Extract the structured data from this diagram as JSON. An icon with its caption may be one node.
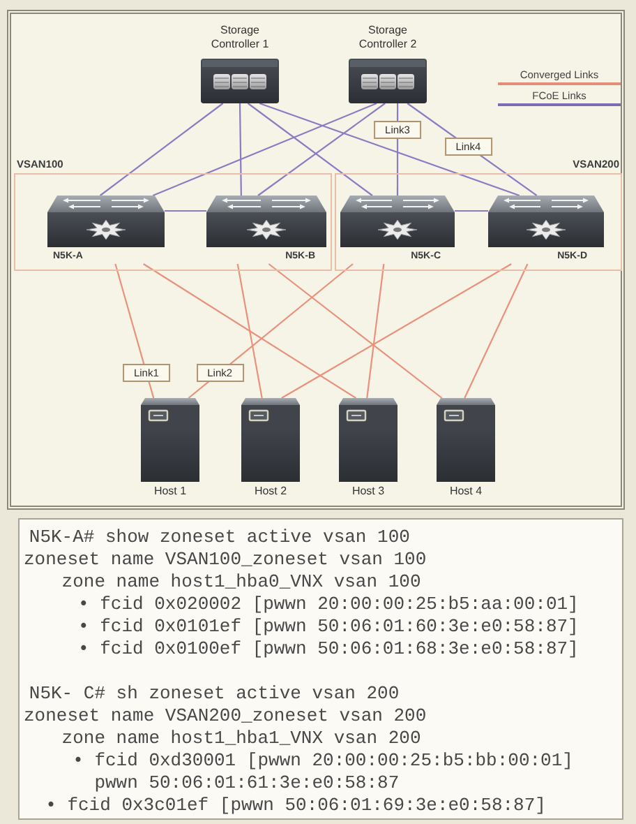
{
  "diagram": {
    "nodes": [
      {
        "text": [
          "Storage Controller 1"
        ]
      },
      {
        "text": [
          "Storage Controller 2"
        ]
      },
      {
        "text": [
          "VSAN100"
        ]
      },
      {
        "text": [
          "N5K-A"
        ],
        "in": 2
      },
      {
        "text": [
          "N5K-B"
        ],
        "in": 2
      },
      {
        "text": [
          "VSAN200"
        ]
      },
      {
        "text": [
          "N5K-C"
        ],
        "in": 5
      },
      {
        "text": [
          "N5K-D"
        ],
        "in": 5
      },
      {
        "text": [
          "Host 1"
        ]
      },
      {
        "text": [
          "Host 2"
        ]
      },
      {
        "text": [
          "Host 3"
        ]
      },
      {
        "text": [
          "Host 4"
        ]
      }
    ],
    "edges": [
      {
        "from": 0,
        "to": 3,
        "arrow": "none"
      },
      {
        "from": 0,
        "to": 4,
        "arrow": "none"
      },
      {
        "from": 0,
        "to": 6,
        "arrow": "none"
      },
      {
        "from": 0,
        "to": 7,
        "arrow": "none"
      },
      {
        "from": 1,
        "to": 3,
        "arrow": "none"
      },
      {
        "from": 1,
        "to": 4,
        "arrow": "none"
      },
      {
        "from": 1,
        "to": 6,
        "arrow": "none",
        "label": "Link3"
      },
      {
        "from": 1,
        "to": 7,
        "arrow": "none",
        "label": "Link4"
      },
      {
        "from": 3,
        "to": 4,
        "arrow": "none"
      },
      {
        "from": 6,
        "to": 7,
        "arrow": "none"
      },
      {
        "from": 3,
        "to": 8,
        "arrow": "none",
        "label": "Link1",
        "color": "#e8927c"
      },
      {
        "from": 6,
        "to": 8,
        "arrow": "none",
        "label": "Link2",
        "color": "#e8927c"
      },
      {
        "from": 4,
        "to": 9,
        "arrow": "none",
        "color": "#e8927c"
      },
      {
        "from": 7,
        "to": 9,
        "arrow": "none",
        "color": "#e8927c"
      },
      {
        "from": 3,
        "to": 10,
        "arrow": "none",
        "color": "#e8927c"
      },
      {
        "from": 6,
        "to": 10,
        "arrow": "none",
        "color": "#e8927c"
      },
      {
        "from": 4,
        "to": 11,
        "arrow": "none",
        "color": "#e8927c"
      },
      {
        "from": 7,
        "to": 11,
        "arrow": "none",
        "color": "#e8927c"
      }
    ],
    "labels": [
      "N5K-A# show zoneset active vsan 100",
      "zoneset name VSAN100_zoneset vsan 100",
      "zone name host1_hba0_VNX vsan 100",
      "• fcid 0x020002 [pwwn 20:00:00:25:b5:aa:00:01]",
      "• fcid 0x0101ef [pwwn 50:06:01:60:3e:e0:58:87]",
      "• fcid 0x0100ef [pwwn 50:06:01:68:3e:e0:58:87]",
      "N5K- C# sh zoneset active vsan 200",
      "zoneset name VSAN200_zoneset vsan 200",
      "zone name host1_hba1_VNX vsan 200",
      "• fcid 0xd30001 [pwwn 20:00:00:25:b5:bb:00:01]",
      "pwwn 50:06:01:61:3e:e0:58:87",
      "• fcid 0x3c01ef [pwwn 50:06:01:69:3e:e0:58:87]"
    ],
    "legend": [
      {
        "text": "Converged Links"
      },
      {
        "text": "FCoE Links"
      }
    ]
  }
}
